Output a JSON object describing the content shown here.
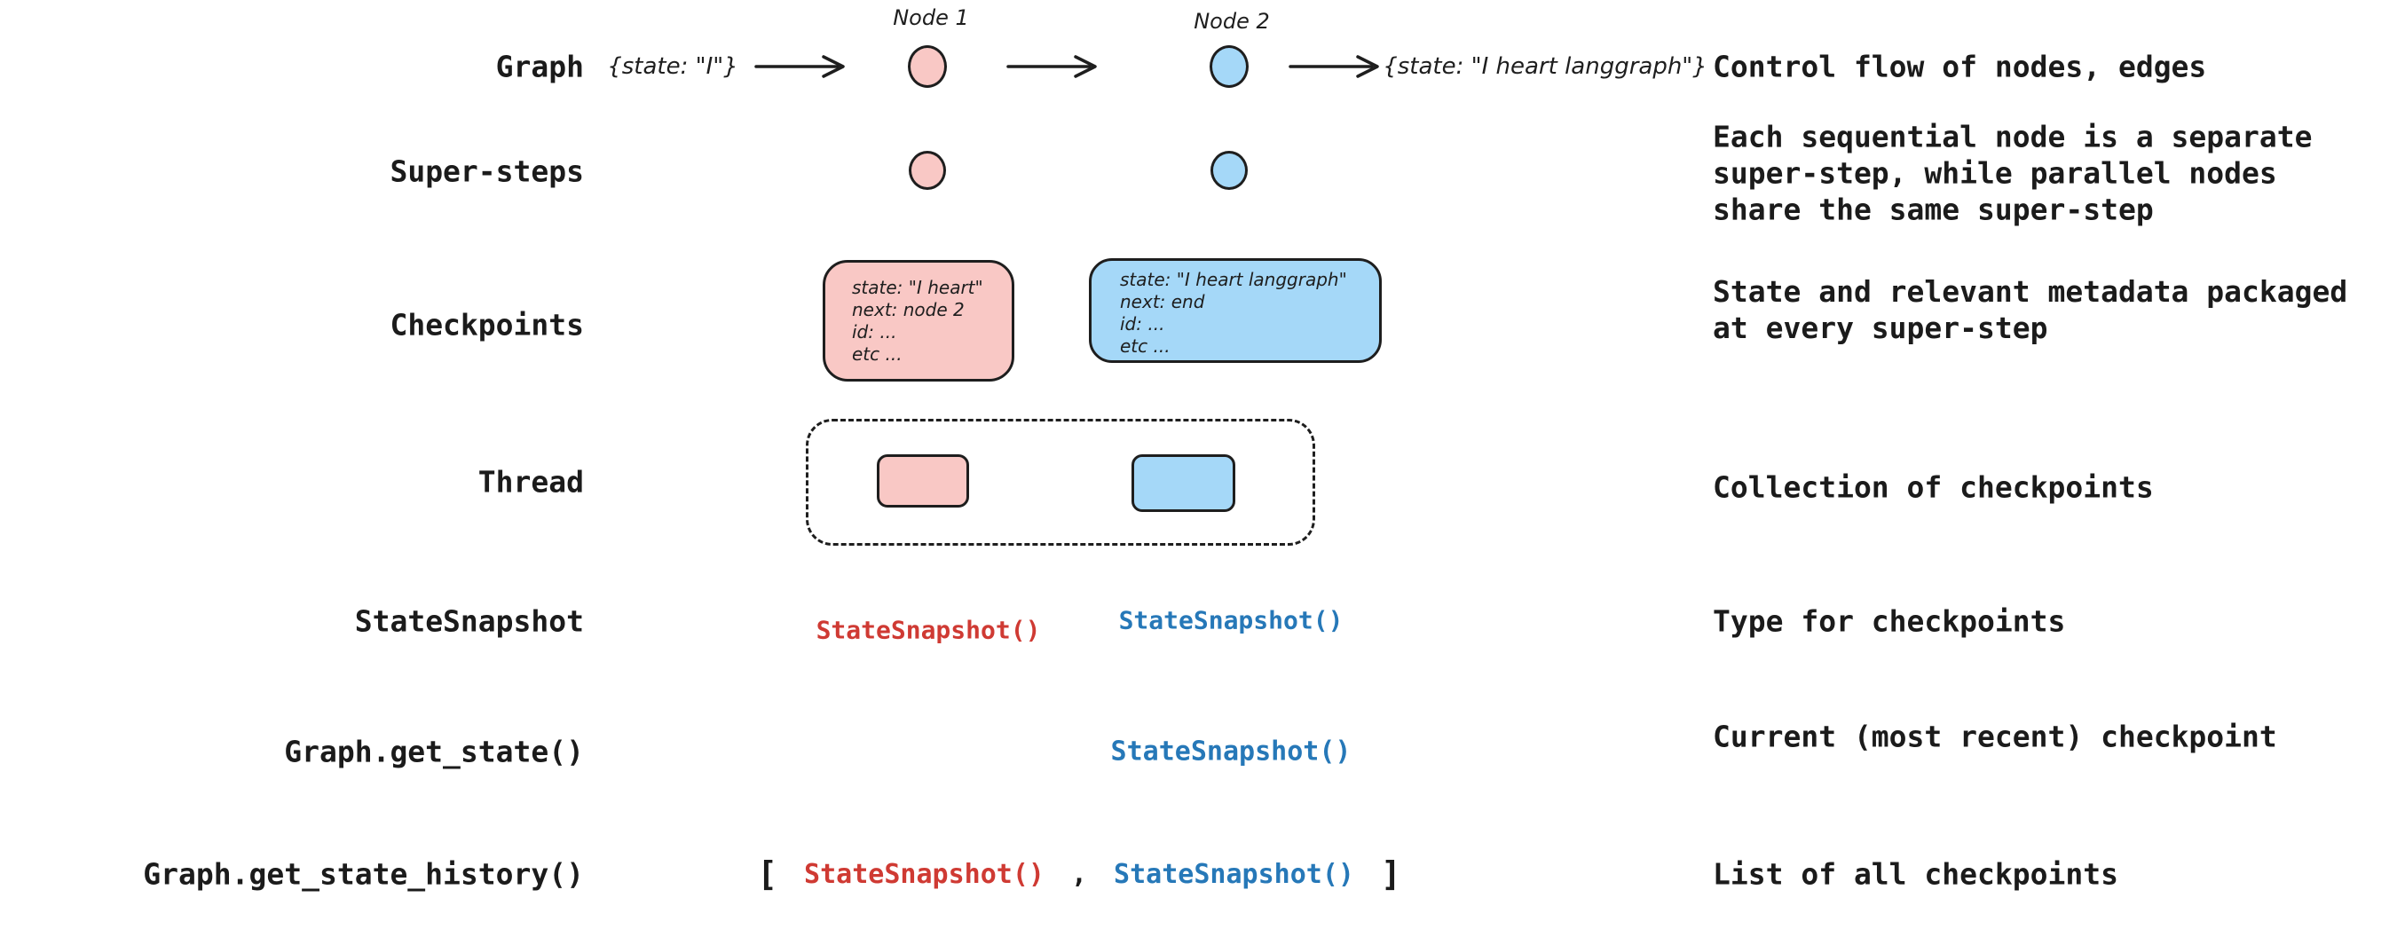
{
  "colors": {
    "node_pink_fill": "#f9c8c5",
    "node_blue_fill": "#a5d8f8",
    "stroke": "#1e1e1e",
    "snapshot_red": "#cf3a33",
    "snapshot_blue": "#2678b8",
    "text": "#1b1b1b",
    "background": "#ffffff"
  },
  "rows": [
    {
      "id": "graph",
      "label": "Graph",
      "description": "Control flow of nodes, edges"
    },
    {
      "id": "super_steps",
      "label": "Super-steps",
      "description": "Each sequential node is a separate\nsuper-step, while parallel nodes\nshare the same super-step"
    },
    {
      "id": "checkpoints",
      "label": "Checkpoints",
      "description": "State and relevant metadata packaged\nat every super-step"
    },
    {
      "id": "thread",
      "label": "Thread",
      "description": "Collection of checkpoints"
    },
    {
      "id": "state_snapshot",
      "label": "StateSnapshot",
      "description": "Type for checkpoints"
    },
    {
      "id": "get_state",
      "label": "Graph.get_state()",
      "description": "Current (most recent) checkpoint"
    },
    {
      "id": "get_state_history",
      "label": "Graph.get_state_history()",
      "description": "List of all checkpoints"
    }
  ],
  "graph_row": {
    "input_state": "{state: \"I\"}",
    "node1_label": "Node 1",
    "node2_label": "Node 2",
    "output_state": "{state: \"I heart langgraph\"}"
  },
  "checkpoint_boxes": {
    "node1": {
      "lines": [
        "state: \"I heart\"",
        "next: node 2",
        "id: ...",
        "etc ..."
      ]
    },
    "node2": {
      "lines": [
        "state: \"I heart langgraph\"",
        "next: end",
        "id: ...",
        "etc ..."
      ]
    }
  },
  "snapshots": {
    "red": "StateSnapshot()",
    "blue": "StateSnapshot()",
    "open_bracket": "[",
    "comma": ",",
    "close_bracket": "]"
  }
}
